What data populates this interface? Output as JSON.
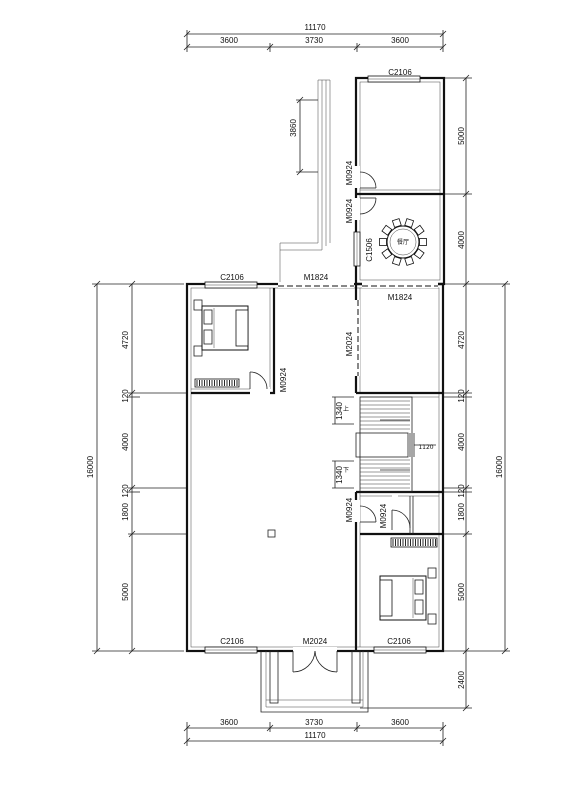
{
  "dimensions": {
    "top_total": "11170",
    "top_segments": [
      "3600",
      "3730",
      "3600"
    ],
    "bottom_segments": [
      "3600",
      "3730",
      "3600"
    ],
    "bottom_total": "11170",
    "left_total": "16000",
    "left_segments": [
      "4720",
      "120",
      "4000",
      "120",
      "1800",
      "5000"
    ],
    "right_total": "16000",
    "right_segments": [
      "5000",
      "4000",
      "4720",
      "120",
      "4000",
      "120",
      "1800",
      "5000",
      "2400"
    ],
    "corridor_width": "3860",
    "stair_upper": "1340",
    "stair_lower": "1340",
    "stair_landing": "1120"
  },
  "labels": {
    "window_top_right": "C2106",
    "window_upper_left": "C2106",
    "window_side": "C1506",
    "window_bottom_left": "C2106",
    "window_bottom_right": "C2106",
    "door_top_room": "M0924",
    "door_dining": "M0924",
    "door_opening_left": "M1824",
    "door_opening_right": "M1824",
    "door_mid_room": "M2024",
    "door_bedroom_left": "M0924",
    "door_hall_right": "M0924",
    "door_bedroom_right": "M0924",
    "door_entrance": "M2024",
    "dining_room": "餐厅",
    "stair_up": "上",
    "stair_down": "下"
  }
}
